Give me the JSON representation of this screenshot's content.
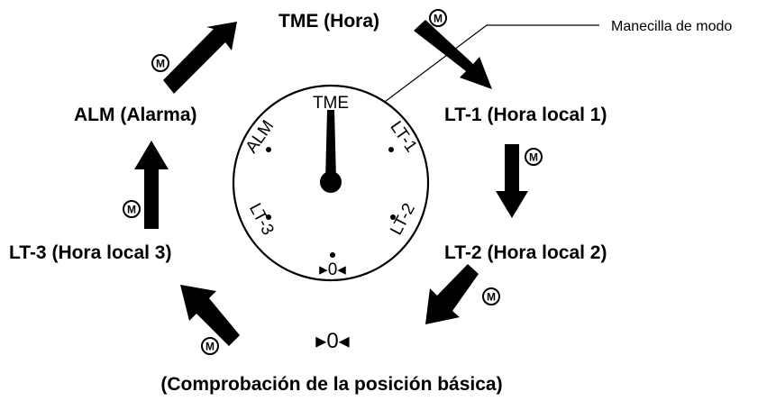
{
  "modes": {
    "tme": "TME (Hora)",
    "lt1": "LT-1 (Hora local 1)",
    "lt2": "LT-2 (Hora local 2)",
    "lt3": "LT-3 (Hora local 3)",
    "alm": "ALM (Alarma)"
  },
  "hand_label": "Manecilla de modo",
  "dial": {
    "tme": "TME",
    "lt1": "LT-1",
    "lt2": "LT-2",
    "lt3": "LT-3",
    "alm": "ALM",
    "zero": "▸0◂"
  },
  "basic_position": {
    "marker": "▸0◂",
    "caption": "(Comprobación de la posición básica)"
  },
  "button_symbol": "M"
}
